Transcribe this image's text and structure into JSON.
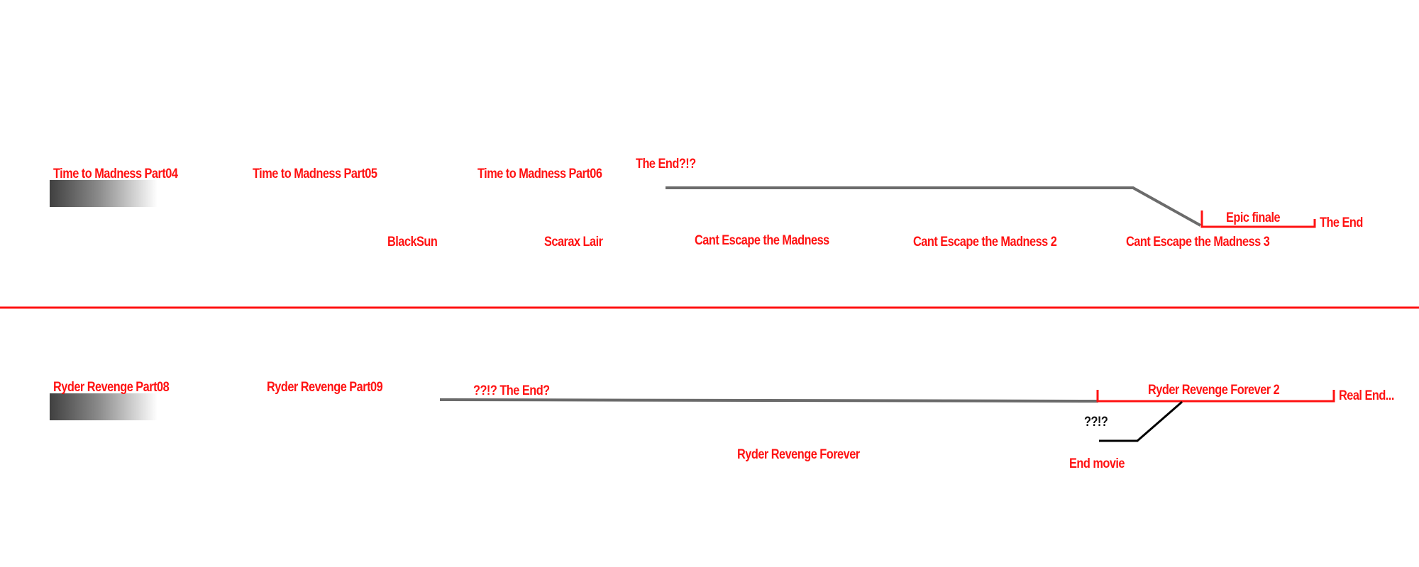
{
  "colors": {
    "label": "#ff1212",
    "label_dark": "#111111",
    "divider": "#ff1212",
    "gray_line": "#6b6b6b",
    "red_line": "#ff1212",
    "black_line": "#000000"
  },
  "top": {
    "part04": "Time to Madness Part04",
    "part05": "Time to Madness Part05",
    "part06": "Time to Madness Part06",
    "end_question": "The End?!?",
    "blacksun": "BlackSun",
    "scarax": "Scarax Lair",
    "cant1": "Cant Escape the Madness",
    "cant2": "Cant Escape the Madness 2",
    "cant3": "Cant Escape the Madness 3",
    "epic_finale": "Epic finale",
    "the_end": "The End"
  },
  "bottom": {
    "part08": "Ryder Revenge Part08",
    "part09": "Ryder Revenge Part09",
    "end_question": "??!? The End?",
    "forever": "Ryder Revenge Forever",
    "forever2": "Ryder Revenge Forever 2",
    "real_end": "Real End...",
    "question": "??!?",
    "end_movie": "End movie"
  }
}
